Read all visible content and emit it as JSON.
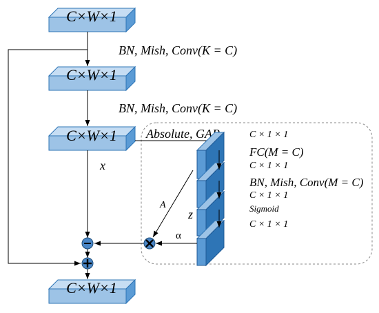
{
  "blocks": {
    "b1": "C×W×1",
    "b2": "C×W×1",
    "b3": "C×W×1",
    "b4": "C×W×1"
  },
  "ops": {
    "op1": "BN, Mish, Conv(K = C)",
    "op2": "BN, Mish, Conv(K = C)",
    "abs_gap": "Absolute, GAP"
  },
  "symbols": {
    "x": "x",
    "a_upper": "A",
    "z": "z",
    "alpha": "α"
  },
  "attention": {
    "l1": "C × 1 × 1",
    "l2": "FC(M = C)",
    "l3": "C × 1 × 1",
    "l4": "BN, Mish, Conv(M = C)",
    "l5": "C × 1 × 1",
    "l6": "Sigmoid",
    "l7": "C × 1 × 1"
  },
  "colors": {
    "block_fill": "#9DC3E6",
    "block_top": "#C6DDF3",
    "block_side": "#5B9BD5",
    "bar_face": "#5B9BD5",
    "bar_edge": "#2E75B6",
    "circle": "#4A86C6"
  }
}
